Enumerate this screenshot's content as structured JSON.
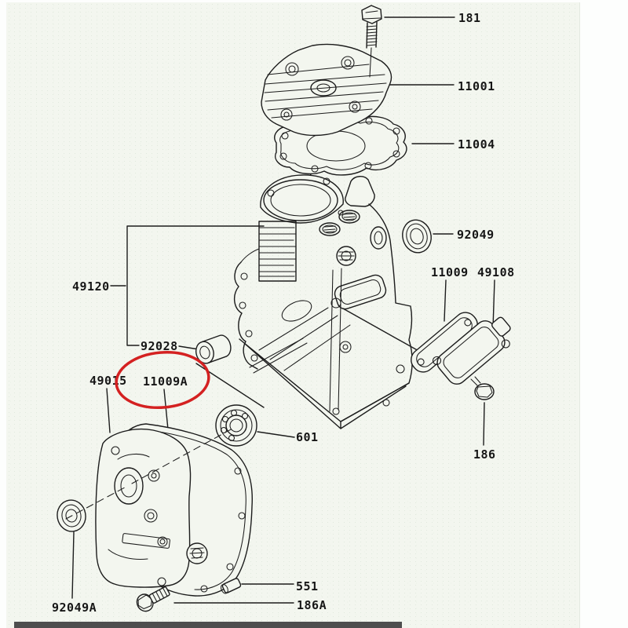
{
  "diagram": {
    "type": "exploded-parts-diagram",
    "colors": {
      "paper": "#f3f6ef",
      "ink": "#1c1c1c",
      "highlight": "#d42121",
      "footer_bar": "#3c3c3c"
    },
    "highlight": {
      "shape": "ellipse",
      "around_label": "11009A",
      "color": "#d42121"
    },
    "labels": [
      {
        "text": "181"
      },
      {
        "text": "11001"
      },
      {
        "text": "11004"
      },
      {
        "text": "92049"
      },
      {
        "text": "49120"
      },
      {
        "text": "92028"
      },
      {
        "text": "11009"
      },
      {
        "text": "49108"
      },
      {
        "text": "49015"
      },
      {
        "text": "11009A"
      },
      {
        "text": "601"
      },
      {
        "text": "186"
      },
      {
        "text": "92049A"
      },
      {
        "text": "551"
      },
      {
        "text": "186A"
      }
    ]
  }
}
